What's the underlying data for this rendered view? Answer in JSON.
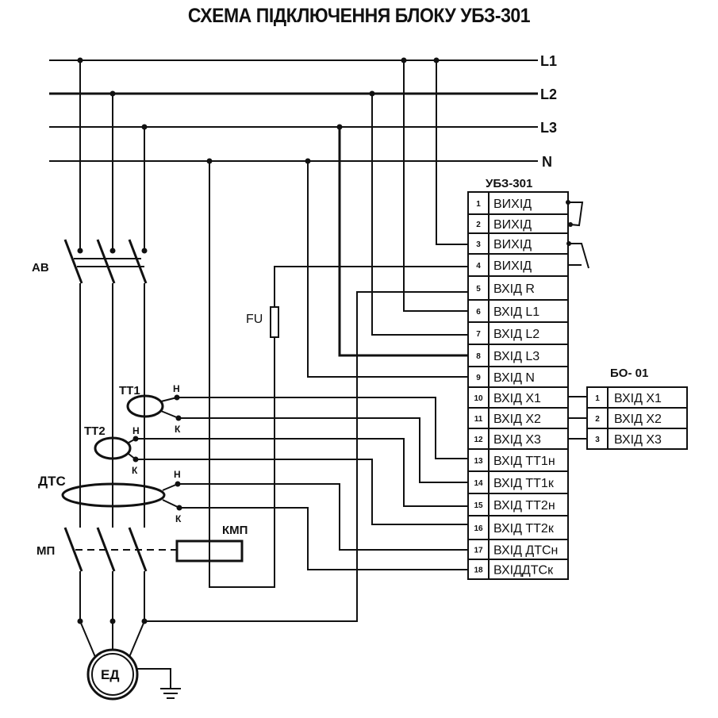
{
  "title": "СХЕМА ПІДКЛЮЧЕННЯ БЛОКУ УБЗ-301",
  "buses": [
    {
      "id": "L1",
      "label": "L1"
    },
    {
      "id": "L2",
      "label": "L2"
    },
    {
      "id": "L3",
      "label": "L3"
    },
    {
      "id": "N",
      "label": "N"
    }
  ],
  "components": {
    "breaker": "АВ",
    "fuse": "FU",
    "ct1": "ТТ1",
    "ct2": "ТТ2",
    "dts": "ДТС",
    "contactor": "МП",
    "contactor_coil": "КМП",
    "motor": "ЕД",
    "terminal_start": "Н",
    "terminal_end": "К"
  },
  "ubz": {
    "title": "УБЗ-301",
    "terminals": [
      {
        "num": "1",
        "label": "ВИХІД"
      },
      {
        "num": "2",
        "label": "ВИХІД"
      },
      {
        "num": "3",
        "label": "ВИХІД"
      },
      {
        "num": "4",
        "label": "ВИХІД"
      },
      {
        "num": "5",
        "label": "ВХІД R"
      },
      {
        "num": "6",
        "label": "ВХІД L1"
      },
      {
        "num": "7",
        "label": "ВХІД L2"
      },
      {
        "num": "8",
        "label": "ВХІД L3"
      },
      {
        "num": "9",
        "label": "ВХІД N"
      },
      {
        "num": "10",
        "label": "ВХІД X1"
      },
      {
        "num": "11",
        "label": "ВХІД X2"
      },
      {
        "num": "12",
        "label": "ВХІД X3"
      },
      {
        "num": "13",
        "label": "ВХІД ТТ1н"
      },
      {
        "num": "14",
        "label": "ВХІД ТТ1к"
      },
      {
        "num": "15",
        "label": "ВХІД ТТ2н"
      },
      {
        "num": "16",
        "label": "ВХІД ТТ2к"
      },
      {
        "num": "17",
        "label": "ВХІД ДТСн"
      },
      {
        "num": "18",
        "label": "ВХІДДТСк"
      }
    ]
  },
  "bo": {
    "title": "БО- 01",
    "terminals": [
      {
        "num": "1",
        "label": "ВХІД X1"
      },
      {
        "num": "2",
        "label": "ВХІД X2"
      },
      {
        "num": "3",
        "label": "ВХІД X3"
      }
    ]
  }
}
